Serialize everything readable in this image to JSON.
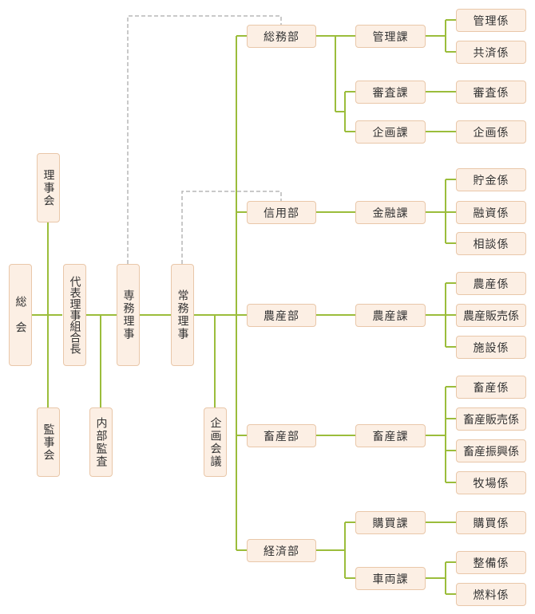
{
  "colors": {
    "line": "#9bbd3b",
    "dashed": "#b7b7b7",
    "box_fill": "#fcefe4",
    "box_border": "#e9c7a9"
  },
  "nodes": {
    "sokai": "総　会",
    "rijikai": "理事会",
    "kanjikai": "監事会",
    "kumiaicho": "代表理事組合長",
    "naibu_kansa": "内部監査",
    "senmu": "専務理事",
    "jomu": "常務理事",
    "kikaku_kaigi": "企画会議",
    "somubu": "総務部",
    "shinyobu": "信用部",
    "nosanbu": "農産部",
    "chikusanbu": "畜産部",
    "keizaibu": "経済部",
    "kanrika": "管理課",
    "shinsaka": "審査課",
    "kikakuka": "企画課",
    "kinyuka": "金融課",
    "nosanka": "農産課",
    "chikusanka": "畜産課",
    "kobaika": "購買課",
    "sharyoka": "車両課",
    "kanrigakari": "管理係",
    "kyosaigakari": "共済係",
    "shinsagakari": "審査係",
    "kikakugakari": "企画係",
    "chokingakari": "貯金係",
    "yushigakari": "融資係",
    "sodangakari": "相談係",
    "nosangakari": "農産係",
    "nosan_hanbaigakari": "農産販売係",
    "shisetsugakari": "施設係",
    "chikusangakari": "畜産係",
    "chikusan_hanbaigakari": "畜産販売係",
    "chikusan_shinkogakari": "畜産振興係",
    "bokujogakari": "牧場係",
    "kobaigakari": "購買係",
    "seibigakari": "整備係",
    "nenryogakari": "燃料係"
  }
}
